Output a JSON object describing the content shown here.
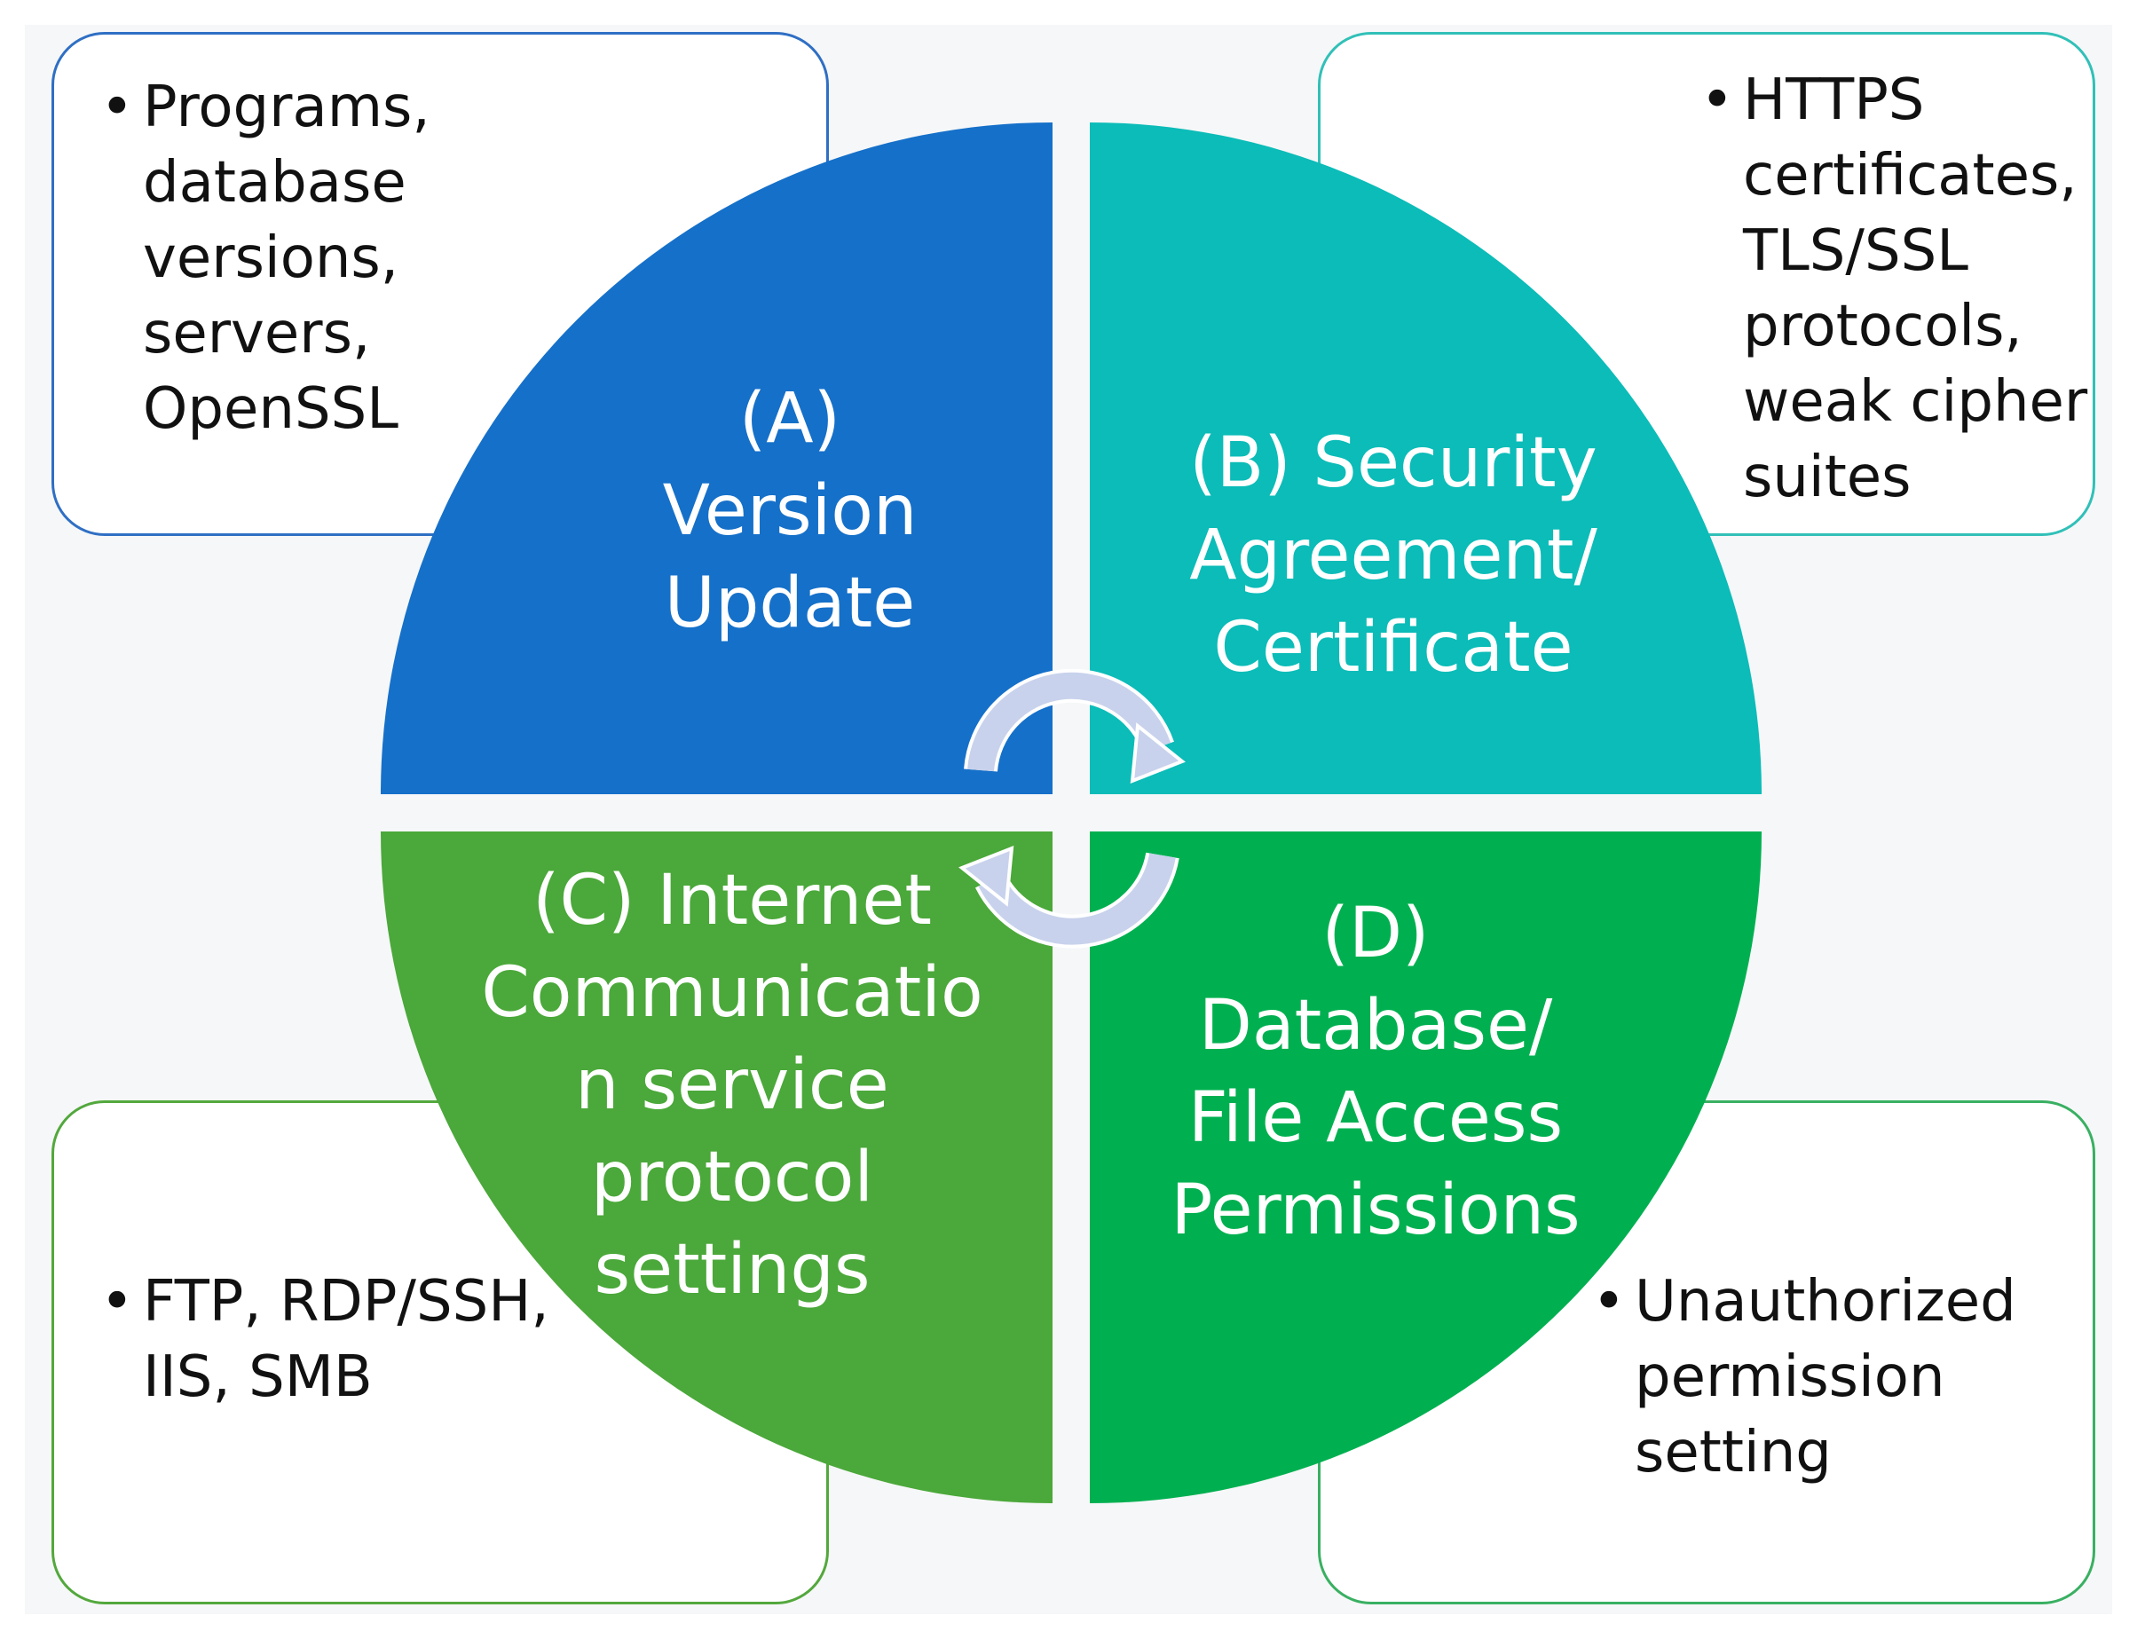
{
  "quadrants": {
    "a": {
      "label": "(A)\nVersion\nUpdate",
      "color": "#1570c9",
      "details": [
        "Programs,\ndatabase\nversions,\nservers,\nOpenSSL"
      ]
    },
    "b": {
      "label": "(B) Security\nAgreement/\nCertificate",
      "color": "#0bbcb8",
      "details": [
        "HTTPS\ncertificates,\nTLS/SSL\nprotocols,\nweak cipher\nsuites"
      ]
    },
    "c": {
      "label": "(C) Internet\nCommunicatio\nn service\nprotocol\nsettings",
      "color": "#4ba83a",
      "details": [
        "FTP, RDP/SSH,\nIIS, SMB"
      ]
    },
    "d": {
      "label": "(D)\nDatabase/\nFile Access\nPermissions",
      "color": "#00b050",
      "details": [
        "Unauthorized\npermission\nsetting"
      ]
    }
  },
  "cycle_arrows": [
    "clockwise-arrow-icon",
    "clockwise-arrow-icon"
  ]
}
